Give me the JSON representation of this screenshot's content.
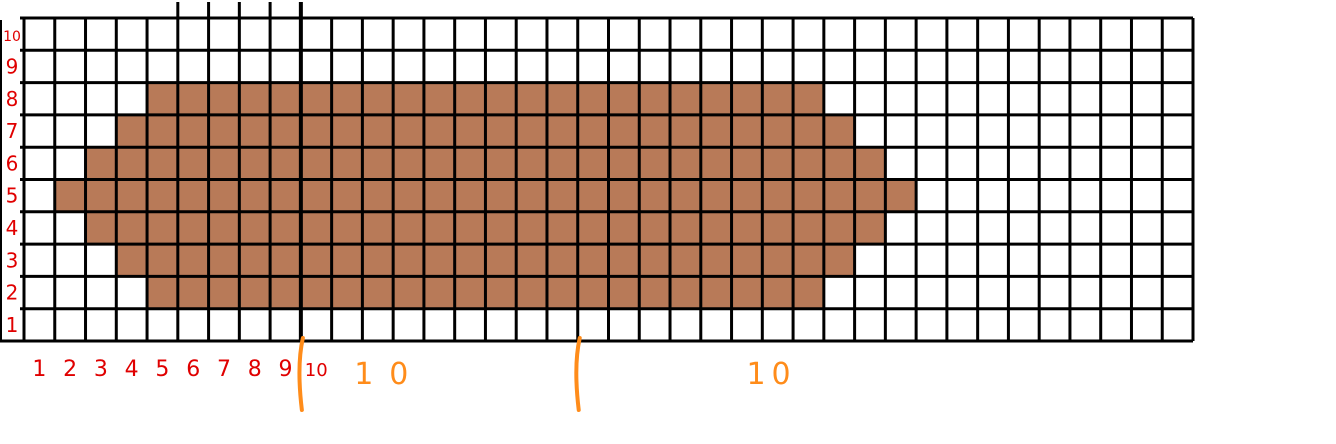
{
  "colors": {
    "fill": "#b87a58",
    "grid": "#000000",
    "row_label": "#e00000",
    "col_label": "#e00000",
    "segment_mark": "#ff8c1a"
  },
  "grid": {
    "columns": 38,
    "rows": 10,
    "filled_cells": [
      {
        "row": 8,
        "from": 5,
        "to": 26
      },
      {
        "row": 7,
        "from": 4,
        "to": 27
      },
      {
        "row": 6,
        "from": 3,
        "to": 28
      },
      {
        "row": 5,
        "from": 2,
        "to": 29
      },
      {
        "row": 4,
        "from": 3,
        "to": 28
      },
      {
        "row": 3,
        "from": 4,
        "to": 27
      },
      {
        "row": 2,
        "from": 5,
        "to": 26
      }
    ]
  },
  "row_labels": [
    "1",
    "2",
    "3",
    "4",
    "5",
    "6",
    "7",
    "8",
    "9",
    "10"
  ],
  "column_labels": [
    "1",
    "2",
    "3",
    "4",
    "5",
    "6",
    "7",
    "8",
    "9",
    "10"
  ],
  "segment_labels": [
    "10",
    "10"
  ]
}
